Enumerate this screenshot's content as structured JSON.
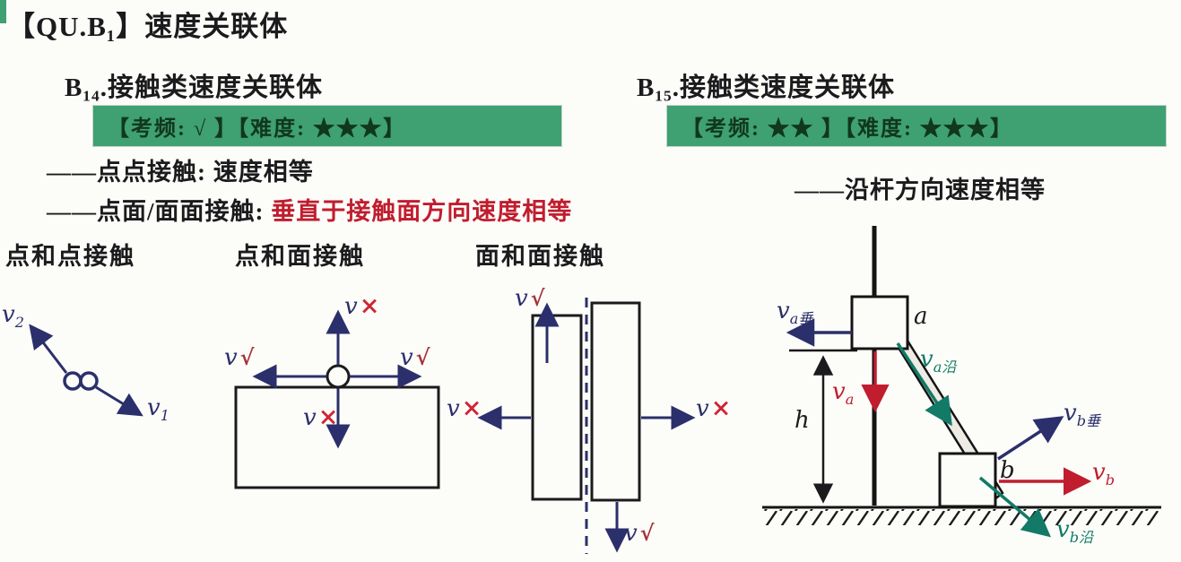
{
  "title": "【QU.B₁】速度关联体",
  "left": {
    "heading": "B₁₄.接触类速度关联体",
    "badge": "【考频: √ 】【难度: ★★★】",
    "rule1": "——点点接触: 速度相等",
    "rule2_prefix": "——点面/面面接触: ",
    "rule2_highlight": "垂直于接触面方向速度相等",
    "diagram_titles": {
      "point_point": "点和点接触",
      "point_plane": "点和面接触",
      "plane_plane": "面和面接触"
    }
  },
  "right": {
    "heading": "B₁₅.接触类速度关联体",
    "badge": "【考频: ★★ 】【难度: ★★★】",
    "rule1": "——沿杆方向速度相等"
  },
  "marks": {
    "check": "√",
    "cross": "×"
  },
  "vectors": {
    "v": "v",
    "v1": {
      "main": "v",
      "sub": "1"
    },
    "v2": {
      "main": "v",
      "sub": "2"
    },
    "va_perp": {
      "main": "v",
      "sub": "a垂"
    },
    "va": {
      "main": "v",
      "sub": "a"
    },
    "va_along": {
      "main": "v",
      "sub": "a沿"
    },
    "vb_perp": {
      "main": "v",
      "sub": "b垂"
    },
    "vb": {
      "main": "v",
      "sub": "b"
    },
    "vb_along": {
      "main": "v",
      "sub": "b沿"
    },
    "h": "h"
  },
  "blocks": {
    "a": "a",
    "b": "b"
  },
  "colors": {
    "ink": "#1b1b1d",
    "badge_bg": "#3fa071",
    "red": "#c01d2e",
    "arrow_blue": "#2b2f6b",
    "teal": "#127a67"
  }
}
